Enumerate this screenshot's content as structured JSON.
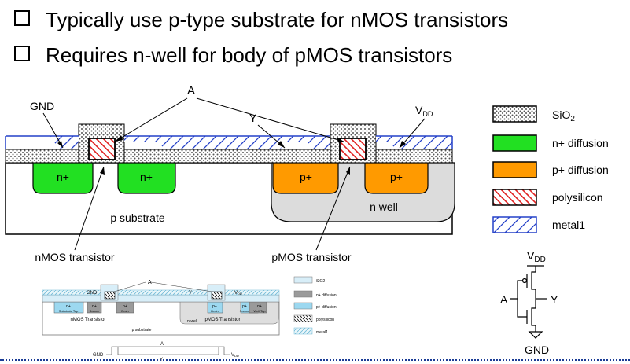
{
  "bullets": [
    "Typically use p-type substrate for nMOS transistors",
    "Requires n-well for body of pMOS transistors"
  ],
  "cross_section": {
    "label_a": "A",
    "label_gnd": "GND",
    "label_y": "Y",
    "label_vdd_main": "V",
    "label_vdd_sub": "DD",
    "n_plus_left": "n+",
    "n_plus_right": "n+",
    "p_plus_left": "p+",
    "p_plus_right": "p+",
    "n_well": "n well",
    "p_substrate": "p substrate",
    "nmos_label": "nMOS transistor",
    "pmos_label": "pMOS transistor"
  },
  "legend": {
    "items": [
      {
        "label": "SiO",
        "sub": "2"
      },
      {
        "label": "n+ diffusion",
        "sub": ""
      },
      {
        "label": "p+ diffusion",
        "sub": ""
      },
      {
        "label": "polysilicon",
        "sub": ""
      },
      {
        "label": "metal1",
        "sub": ""
      }
    ]
  },
  "schematic": {
    "vdd_main": "V",
    "vdd_sub": "DD",
    "input": "A",
    "output": "Y",
    "gnd": "GND"
  },
  "mini_diagram": {
    "label_a": "A",
    "label_gnd": "GND",
    "label_vdd": "V",
    "label_vdd_sub": "DD",
    "label_y": "Y",
    "regions": [
      "n+",
      "n+",
      "n+",
      "p+",
      "p+",
      "n+"
    ],
    "region_sub": [
      "Substrate Tap",
      "Source",
      "Drain",
      "Drain",
      "Source",
      "Well Tap"
    ],
    "nmos_label": "nMOS Transistor",
    "pmos_label": "pMOS Transistor",
    "p_substrate": "p substrate",
    "n_well": "n-well",
    "legend": [
      "SiO2",
      "n+ diffusion",
      "p+ diffusion",
      "polysilicon",
      "metal1"
    ],
    "strip_a": "A",
    "strip_gnd": "GND",
    "strip_y": "Y",
    "strip_vdd": "V",
    "strip_vdd_sub": "DD"
  }
}
